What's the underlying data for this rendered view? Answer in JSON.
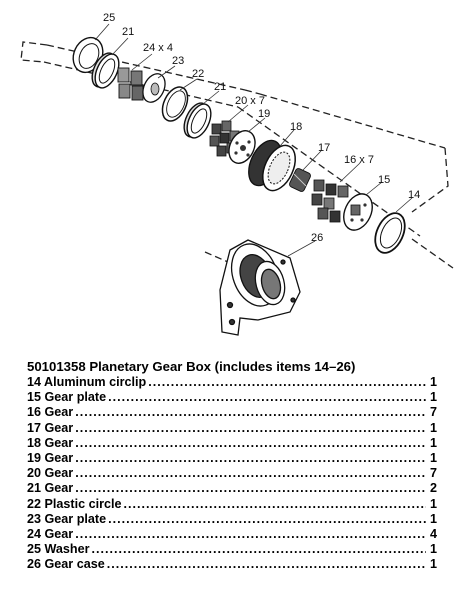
{
  "diagram": {
    "callouts": {
      "p25": "25",
      "p21a": "21",
      "p24": "24 x 4",
      "p23": "23",
      "p22": "22",
      "p21b": "21",
      "p20": "20 x 7",
      "p19": "19",
      "p18": "18",
      "p17": "17",
      "p16": "16 x 7",
      "p15": "15",
      "p14": "14",
      "p26": "26"
    }
  },
  "parts_list": {
    "title": "50101358 Planetary Gear Box (includes items 14–26)",
    "items": [
      {
        "label": "14 Aluminum circlip",
        "qty": "1"
      },
      {
        "label": "15 Gear plate",
        "qty": "1"
      },
      {
        "label": "16 Gear",
        "qty": "7"
      },
      {
        "label": "17 Gear",
        "qty": "1"
      },
      {
        "label": "18 Gear",
        "qty": "1"
      },
      {
        "label": "19 Gear",
        "qty": "1"
      },
      {
        "label": "20 Gear",
        "qty": "7"
      },
      {
        "label": "21 Gear",
        "qty": "2"
      },
      {
        "label": "22 Plastic circle",
        "qty": "1"
      },
      {
        "label": "23 Gear plate",
        "qty": "1"
      },
      {
        "label": "24 Gear",
        "qty": "4"
      },
      {
        "label": "25 Washer",
        "qty": "1"
      },
      {
        "label": "26 Gear case",
        "qty": "1"
      }
    ]
  }
}
